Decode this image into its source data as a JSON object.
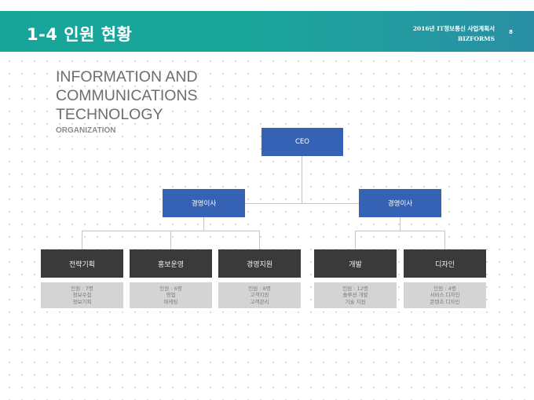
{
  "header": {
    "title": "1-4 인원 현황",
    "subtitle_line1": "2016년 IT정보통신 사업계획서",
    "subtitle_line2": "BIZFORMS",
    "page_number": "8"
  },
  "main": {
    "title_lines": [
      "INFORMATION AND",
      "COMMUNICATIONS",
      "TECHNOLOGY"
    ],
    "subtitle": "ORGANIZATION"
  },
  "org": {
    "ceo": "CEO",
    "directors": [
      "경영이사",
      "경영이사"
    ],
    "departments": [
      {
        "name": "전략기획",
        "details": [
          "인원 : 7명",
          "정보수집",
          "정보기획"
        ]
      },
      {
        "name": "홍보운영",
        "details": [
          "인원 : 6명",
          "영업",
          "마케팅"
        ]
      },
      {
        "name": "경영지원",
        "details": [
          "인원 : 8명",
          "고객지원",
          "고객관리"
        ]
      },
      {
        "name": "개발",
        "details": [
          "인원 : 12명",
          "솔루션 개발",
          "기술 지원"
        ]
      },
      {
        "name": "디자인",
        "details": [
          "인원 : 4명",
          "서비스 디자인",
          "콘텐츠 디자인"
        ]
      }
    ]
  },
  "colors": {
    "header_teal": "#1aa79b",
    "node_blue": "#3562b5",
    "node_dark": "#3a3a3a",
    "info_gray": "#d4d4d4"
  }
}
